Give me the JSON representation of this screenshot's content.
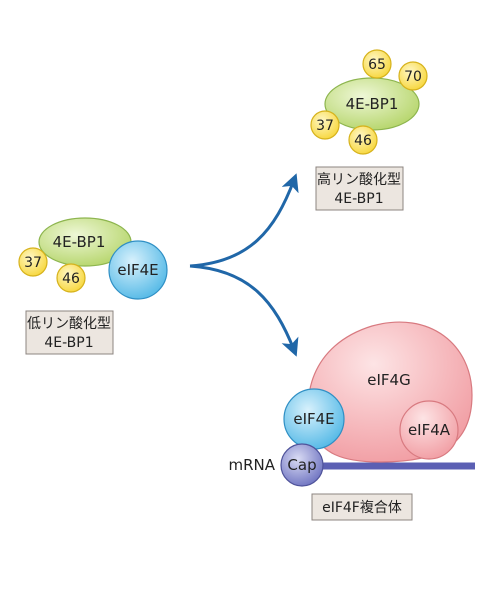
{
  "colors": {
    "bp1_fill": "#c9e38f",
    "bp1_stroke": "#8db54e",
    "site_fill": "#fde66e",
    "site_stroke": "#d6b21c",
    "eif4e_fill": "#7fcff0",
    "eif4e_stroke": "#2f8fc4",
    "eif4g_fill": "#f7b8bc",
    "eif4g_stroke": "#d87a80",
    "cap_fill": "#8a8fcf",
    "cap_stroke": "#4f539a",
    "mrna": "#5b5fb3",
    "arrow": "#2067a8",
    "box_fill": "#ece6e0",
    "box_stroke": "#8c8580"
  },
  "low": {
    "bp1_label": "4E-BP1",
    "site_a": "37",
    "site_b": "46",
    "eif4e_label": "eIF4E",
    "caption_line1": "低リン酸化型",
    "caption_line2": "4E-BP1"
  },
  "high": {
    "bp1_label": "4E-BP1",
    "site_65": "65",
    "site_70": "70",
    "site_37": "37",
    "site_46": "46",
    "caption_line1": "高リン酸化型",
    "caption_line2": "4E-BP1"
  },
  "complex": {
    "eif4g_label": "eIF4G",
    "eif4e_label": "eIF4E",
    "eif4a_label": "eIF4A",
    "cap_label": "Cap",
    "mrna_label": "mRNA",
    "caption": "eIF4F複合体"
  }
}
